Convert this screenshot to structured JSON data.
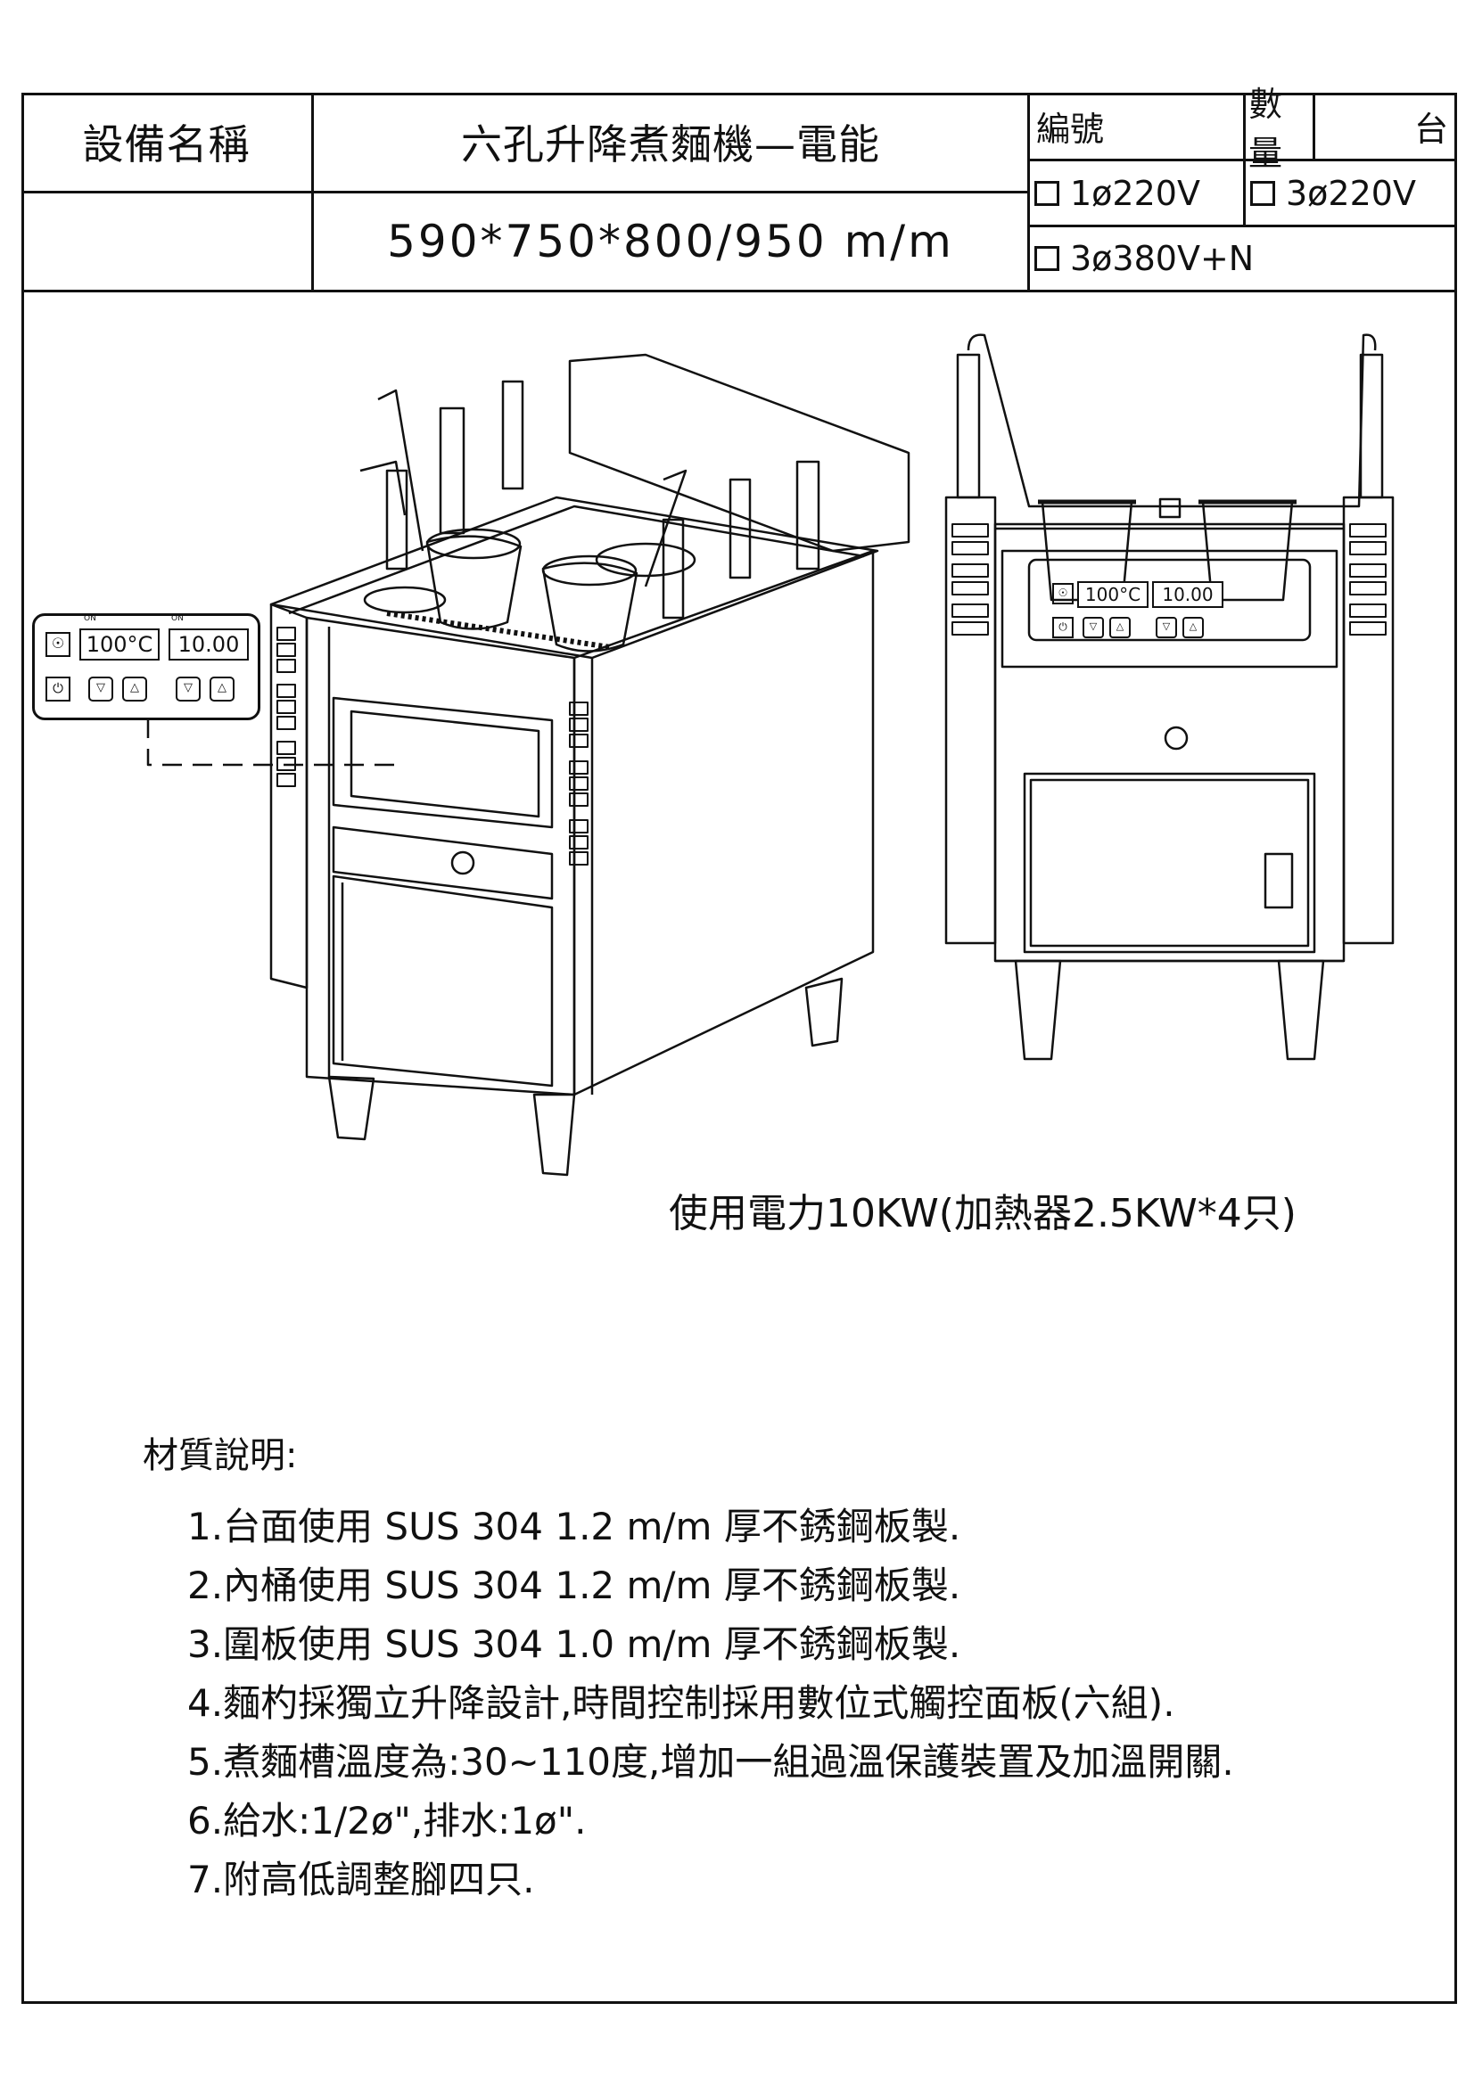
{
  "header": {
    "equipment_label": "設備名稱",
    "equipment_name": "六孔升降煮麵機—電能",
    "dimensions": "590*750*800/950  m/m",
    "code_label": "編號",
    "code_value": "",
    "qty_label": "數量",
    "qty_unit": "台",
    "voltage_options": [
      {
        "label": "1ø220V"
      },
      {
        "label": "3ø220V"
      },
      {
        "label": "3ø380V+N"
      }
    ]
  },
  "control_panel": {
    "temp_display": "100°C",
    "time_display": "10.00",
    "on_label": "ON"
  },
  "power": "使用電力10KW(加熱器2.5KW*4只)",
  "materials": {
    "title": "材質說明:",
    "items": [
      "1.台面使用  SUS 304  1.2  m/m  厚不銹鋼板製.",
      "2.內桶使用  SUS 304  1.2  m/m  厚不銹鋼板製.",
      "3.圍板使用  SUS 304  1.0  m/m  厚不銹鋼板製.",
      "4.麵杓採獨立升降設計,時間控制採用數位式觸控面板(六組).",
      "5.煮麵槽溫度為:30~110度,增加一組過溫保護裝置及加溫開關.",
      "6.給水:1/2ø\",排水:1ø\".",
      "7.附高低調整腳四只."
    ]
  }
}
